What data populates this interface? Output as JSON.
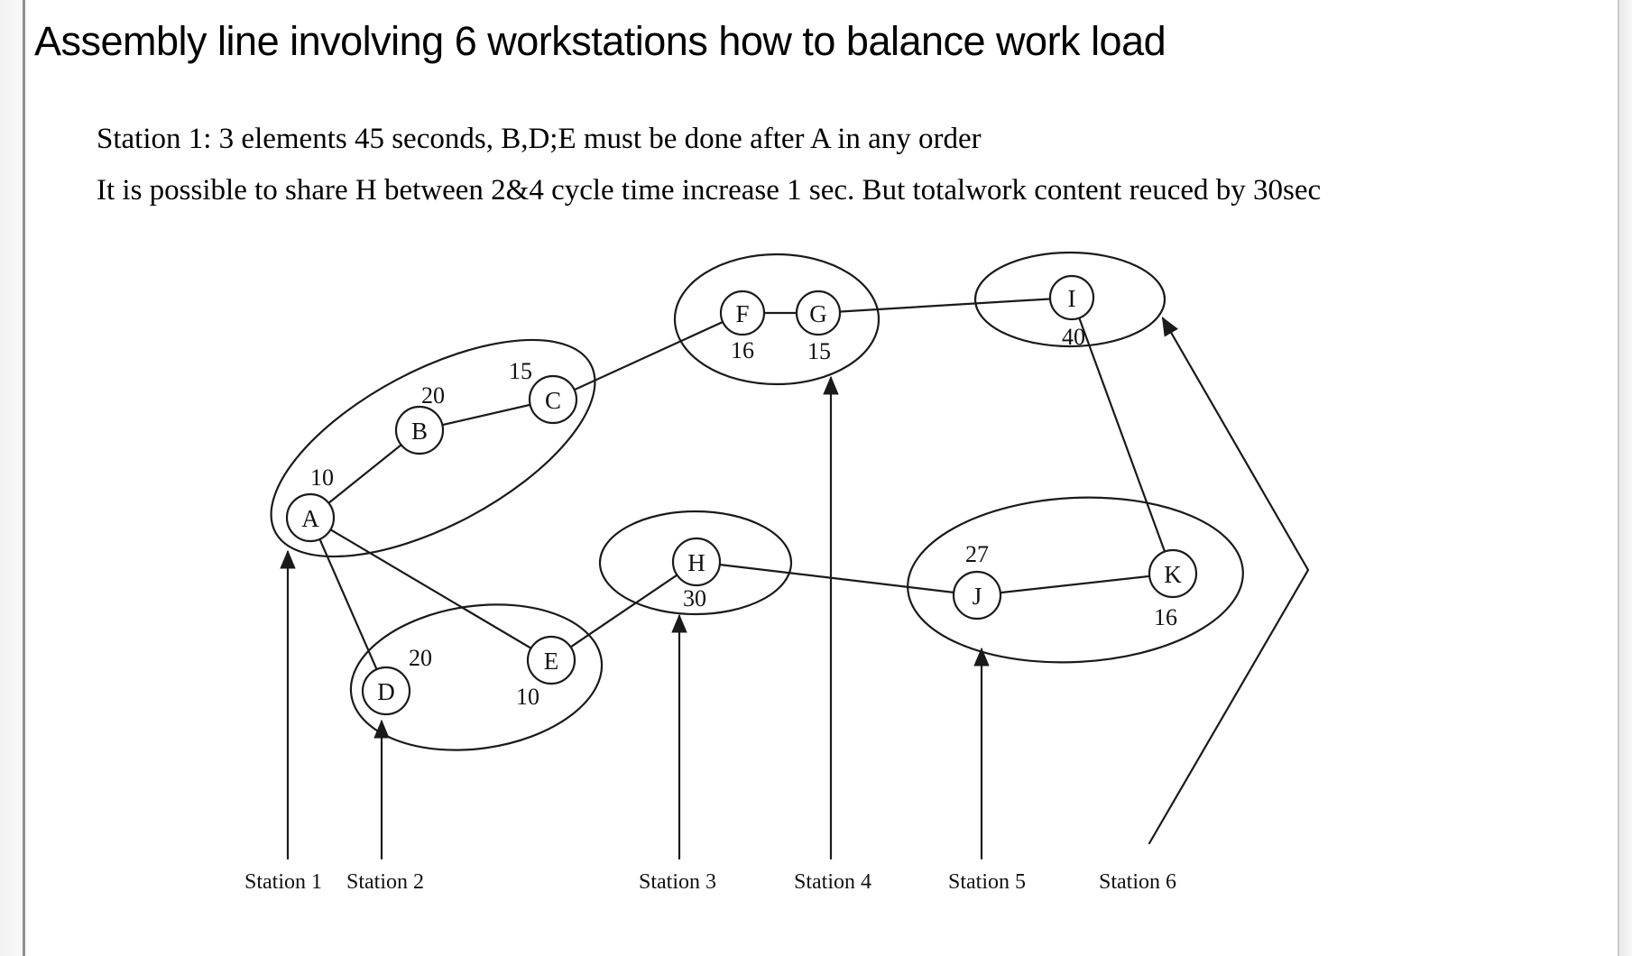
{
  "title": "Assembly line involving 6 workstations how to balance work load",
  "notes": {
    "line1": "Station 1: 3 elements 45 seconds, B,D;E must be done after A in any order",
    "line2": "It is possible to share H between 2&4 cycle time increase 1 sec. But totalwork content reuced by 30sec"
  },
  "diagram": {
    "nodes": {
      "A": {
        "label": "A",
        "time": "10"
      },
      "B": {
        "label": "B",
        "time": "20"
      },
      "C": {
        "label": "C",
        "time": "15"
      },
      "D": {
        "label": "D",
        "time": "20"
      },
      "E": {
        "label": "E",
        "time": "10"
      },
      "F": {
        "label": "F",
        "time": "16"
      },
      "G": {
        "label": "G",
        "time": "15"
      },
      "H": {
        "label": "H",
        "time": "30"
      },
      "I": {
        "label": "I",
        "time": "40"
      },
      "J": {
        "label": "J",
        "time": "27"
      },
      "K": {
        "label": "K",
        "time": "16"
      }
    },
    "edges": [
      [
        "A",
        "B"
      ],
      [
        "B",
        "C"
      ],
      [
        "A",
        "D"
      ],
      [
        "A",
        "E"
      ],
      [
        "C",
        "F"
      ],
      [
        "F",
        "G"
      ],
      [
        "G",
        "I"
      ],
      [
        "E",
        "H"
      ],
      [
        "H",
        "J"
      ],
      [
        "J",
        "K"
      ],
      [
        "I",
        "K"
      ]
    ],
    "groups": [
      [
        "A",
        "B",
        "C"
      ],
      [
        "D",
        "E"
      ],
      [
        "F",
        "G"
      ],
      [
        "H"
      ],
      [
        "I"
      ],
      [
        "J",
        "K"
      ]
    ],
    "stations": [
      {
        "label": "Station 1"
      },
      {
        "label": "Station 2"
      },
      {
        "label": "Station 3"
      },
      {
        "label": "Station 4"
      },
      {
        "label": "Station 5"
      },
      {
        "label": "Station 6"
      }
    ],
    "line_color": "#1a1a1a"
  }
}
